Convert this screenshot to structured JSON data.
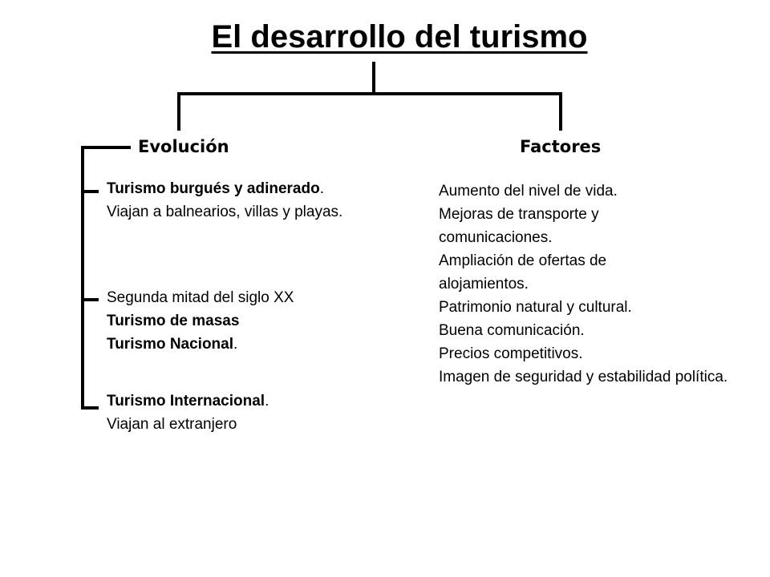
{
  "title": "El desarrollo del turismo",
  "branches": {
    "evolution": {
      "label": "Evolución",
      "items": [
        {
          "bold": "Turismo burgués y adinerado",
          "bold_end": ".",
          "text": "Viajan a balnearios, villas y playas."
        },
        {
          "text_first": "Segunda mitad del siglo XX",
          "bold": "Turismo de masas",
          "bold2": "Turismo Nacional",
          "bold2_end": "."
        },
        {
          "bold": "Turismo Internacional",
          "bold_end": ".",
          "text": "Viajan al extranjero"
        }
      ]
    },
    "factors": {
      "label": "Factores",
      "items": [
        "Aumento del nivel de vida.",
        "Mejoras de transporte y comunicaciones.",
        "Ampliación de ofertas de alojamientos.",
        "Patrimonio natural y cultural.",
        "Buena comunicación.",
        "Precios competitivos.",
        "Imagen de seguridad y estabilidad política."
      ]
    }
  }
}
